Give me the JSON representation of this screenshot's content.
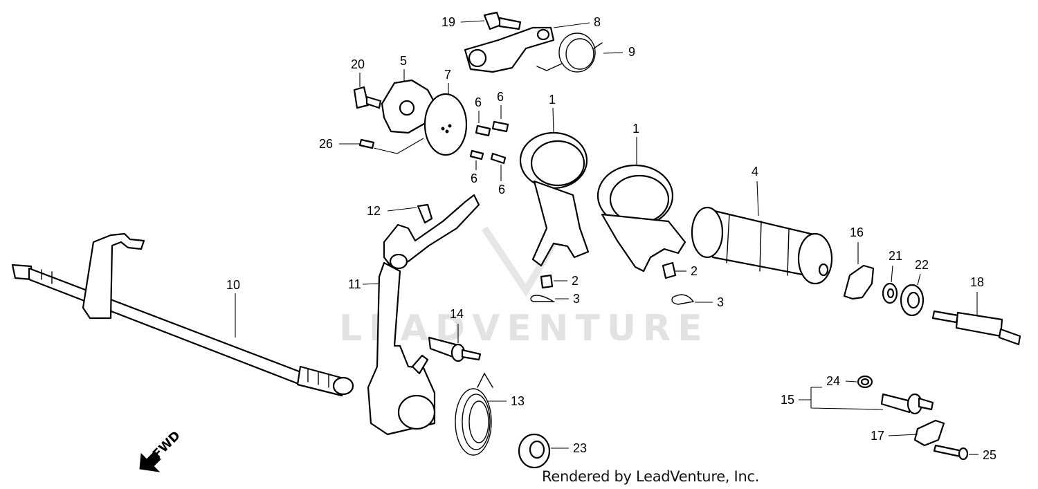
{
  "diagram": {
    "callouts": [
      {
        "id": "c19",
        "text": "19"
      },
      {
        "id": "c8",
        "text": "8"
      },
      {
        "id": "c9",
        "text": "9"
      },
      {
        "id": "c20",
        "text": "20"
      },
      {
        "id": "c5",
        "text": "5"
      },
      {
        "id": "c7",
        "text": "7"
      },
      {
        "id": "c6a",
        "text": "6"
      },
      {
        "id": "c6b",
        "text": "6"
      },
      {
        "id": "c6c",
        "text": "6"
      },
      {
        "id": "c6d",
        "text": "6"
      },
      {
        "id": "c1a",
        "text": "1"
      },
      {
        "id": "c1b",
        "text": "1"
      },
      {
        "id": "c26",
        "text": "26"
      },
      {
        "id": "c4",
        "text": "4"
      },
      {
        "id": "c12",
        "text": "12"
      },
      {
        "id": "c16",
        "text": "16"
      },
      {
        "id": "c21",
        "text": "21"
      },
      {
        "id": "c22",
        "text": "22"
      },
      {
        "id": "c18",
        "text": "18"
      },
      {
        "id": "c10",
        "text": "10"
      },
      {
        "id": "c11",
        "text": "11"
      },
      {
        "id": "c2a",
        "text": "2"
      },
      {
        "id": "c2b",
        "text": "2"
      },
      {
        "id": "c3a",
        "text": "3"
      },
      {
        "id": "c3b",
        "text": "3"
      },
      {
        "id": "c14",
        "text": "14"
      },
      {
        "id": "c24",
        "text": "24"
      },
      {
        "id": "c15",
        "text": "15"
      },
      {
        "id": "c13",
        "text": "13"
      },
      {
        "id": "c17",
        "text": "17"
      },
      {
        "id": "c23",
        "text": "23"
      },
      {
        "id": "c25",
        "text": "25"
      }
    ],
    "fwd_label": "FWD",
    "watermark": "LEADVENTURE",
    "credit": "Rendered by LeadVenture, Inc."
  }
}
